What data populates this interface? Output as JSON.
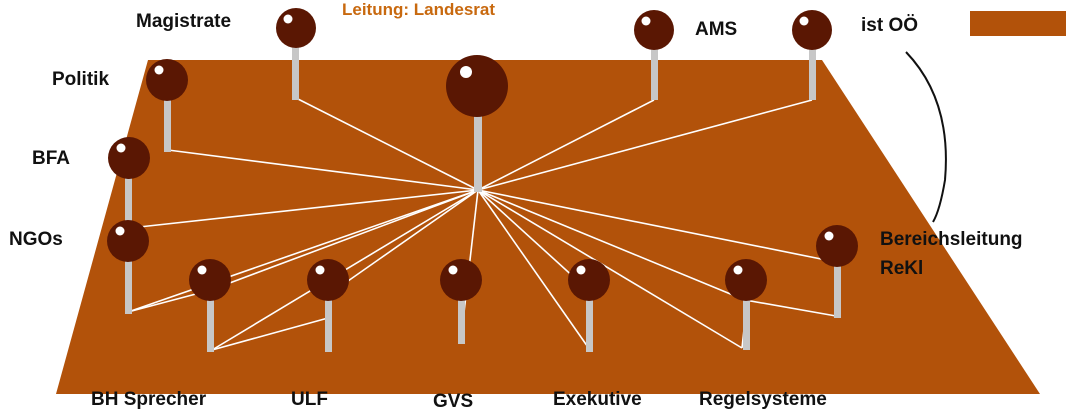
{
  "title": "Leitung: Landesrat",
  "colors": {
    "board": "#b2520a",
    "pin_head": "#5a1703",
    "pin_highlight": "#ffffff",
    "pin_stem": "#c7c7c7",
    "lines": "#ffffff",
    "label": "#111111",
    "title": "#c8690f",
    "legend_swatch": "#b2520a"
  },
  "labels": {
    "magistrate": "Magistrate",
    "ams": "AMS",
    "ist_ooe": "ist OÖ",
    "politik": "Politik",
    "bfa": "BFA",
    "ngos": "NGOs",
    "bereichsleitung": "Bereichsleitung",
    "rekl": "ReKl",
    "bh_sprecher": "BH Sprecher",
    "ulf": "ULF",
    "gvs": "GVS",
    "exekutive": "Exekutive",
    "regelsysteme": "Regelsysteme"
  }
}
